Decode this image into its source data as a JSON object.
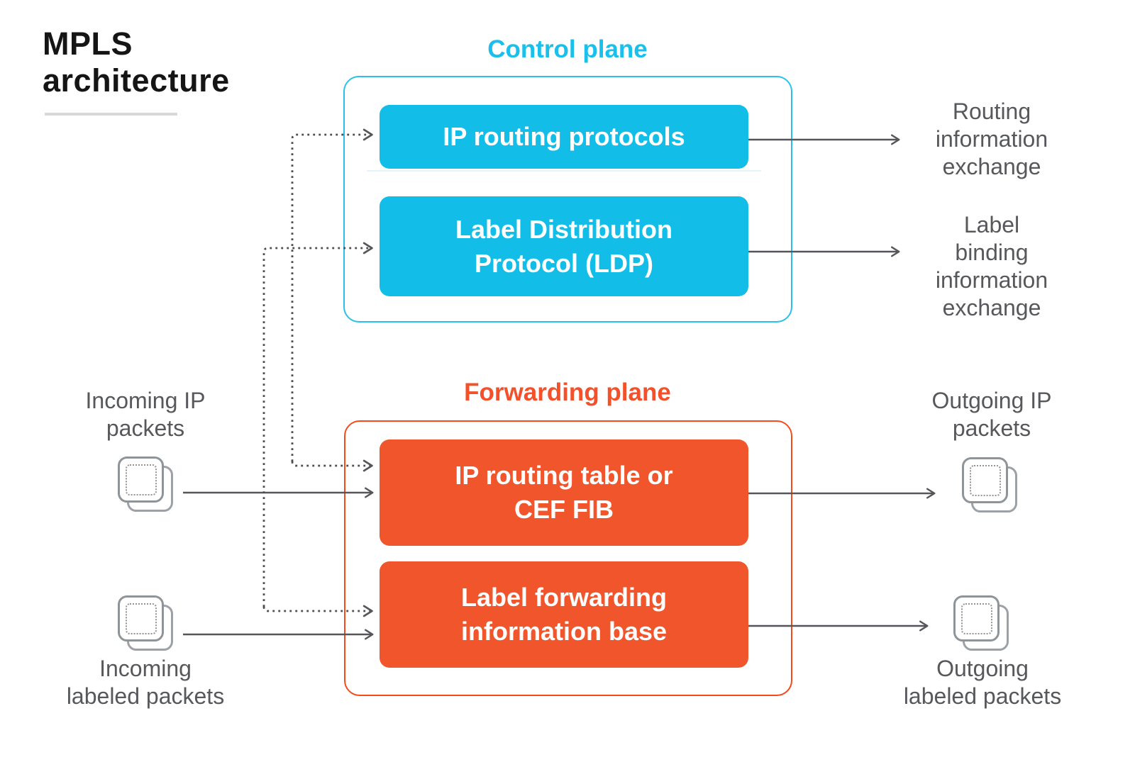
{
  "title": {
    "lines": [
      "MPLS",
      "architecture"
    ]
  },
  "colors": {
    "cyan_fill": "#12BEE8",
    "cyan_border": "#29C1EC",
    "cyan_header": "#1AC0EC",
    "orange_fill": "#F0552B",
    "orange_border": "#F64A1C",
    "orange_header": "#F4502A",
    "arrow": "#55565A",
    "label_text": "#57585B",
    "title_text": "#151515"
  },
  "control_plane": {
    "header": "Control plane",
    "boxes": [
      {
        "lines": [
          "IP routing protocols"
        ]
      },
      {
        "lines": [
          "Label Distribution",
          "Protocol (LDP)"
        ]
      }
    ]
  },
  "forwarding_plane": {
    "header": "Forwarding plane",
    "boxes": [
      {
        "lines": [
          "IP routing table or",
          "CEF FIB"
        ]
      },
      {
        "lines": [
          "Label forwarding",
          "information base"
        ]
      }
    ]
  },
  "side_labels": {
    "incoming_ip": [
      "Incoming IP",
      "packets"
    ],
    "incoming_labeled": [
      "Incoming",
      "labeled packets"
    ],
    "routing_exchange": [
      "Routing",
      "information",
      "exchange"
    ],
    "label_binding_exchange": [
      "Label",
      "binding",
      "information",
      "exchange"
    ],
    "outgoing_ip": [
      "Outgoing IP",
      "packets"
    ],
    "outgoing_labeled": [
      "Outgoing",
      "labeled packets"
    ]
  }
}
